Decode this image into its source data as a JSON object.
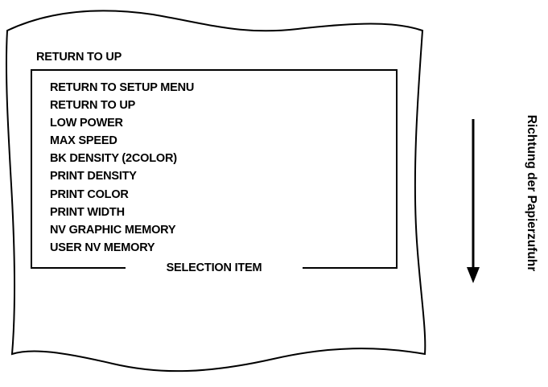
{
  "header": {
    "title": "RETURN TO UP"
  },
  "menu": {
    "items": [
      "RETURN TO SETUP MENU",
      "RETURN TO UP",
      "LOW POWER",
      "MAX SPEED",
      "BK DENSITY (2COLOR)",
      "PRINT DENSITY",
      "PRINT COLOR",
      "PRINT WIDTH",
      "NV GRAPHIC MEMORY",
      "USER NV MEMORY"
    ],
    "frame_label": "SELECTION ITEM"
  },
  "direction": {
    "label": "Richtung der Papierzufuhr"
  },
  "colors": {
    "ink": "#000000",
    "paper": "#ffffff"
  }
}
